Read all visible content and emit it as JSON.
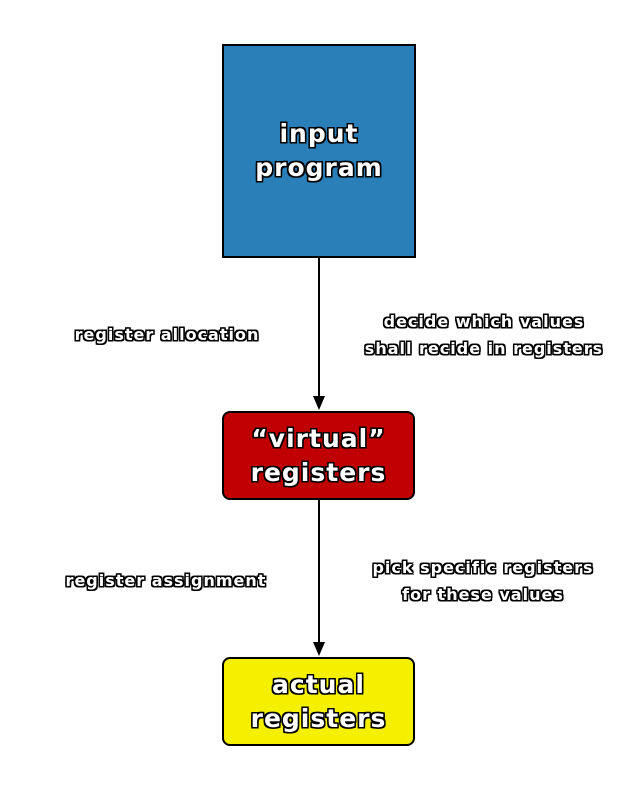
{
  "boxes": {
    "input": {
      "lines": [
        "input",
        "program"
      ],
      "color": "#2b7fb8"
    },
    "virtual": {
      "lines": [
        "“virtual”",
        "registers"
      ],
      "color": "#c00000"
    },
    "actual": {
      "lines": [
        "actual",
        "registers"
      ],
      "color": "#f5f000"
    }
  },
  "labels": {
    "register_allocation": "register allocation",
    "decide": [
      "decide which values",
      "shall recide in registers"
    ],
    "register_assignment": "register assignment",
    "pick": [
      "pick specific registers",
      "for these values"
    ]
  }
}
